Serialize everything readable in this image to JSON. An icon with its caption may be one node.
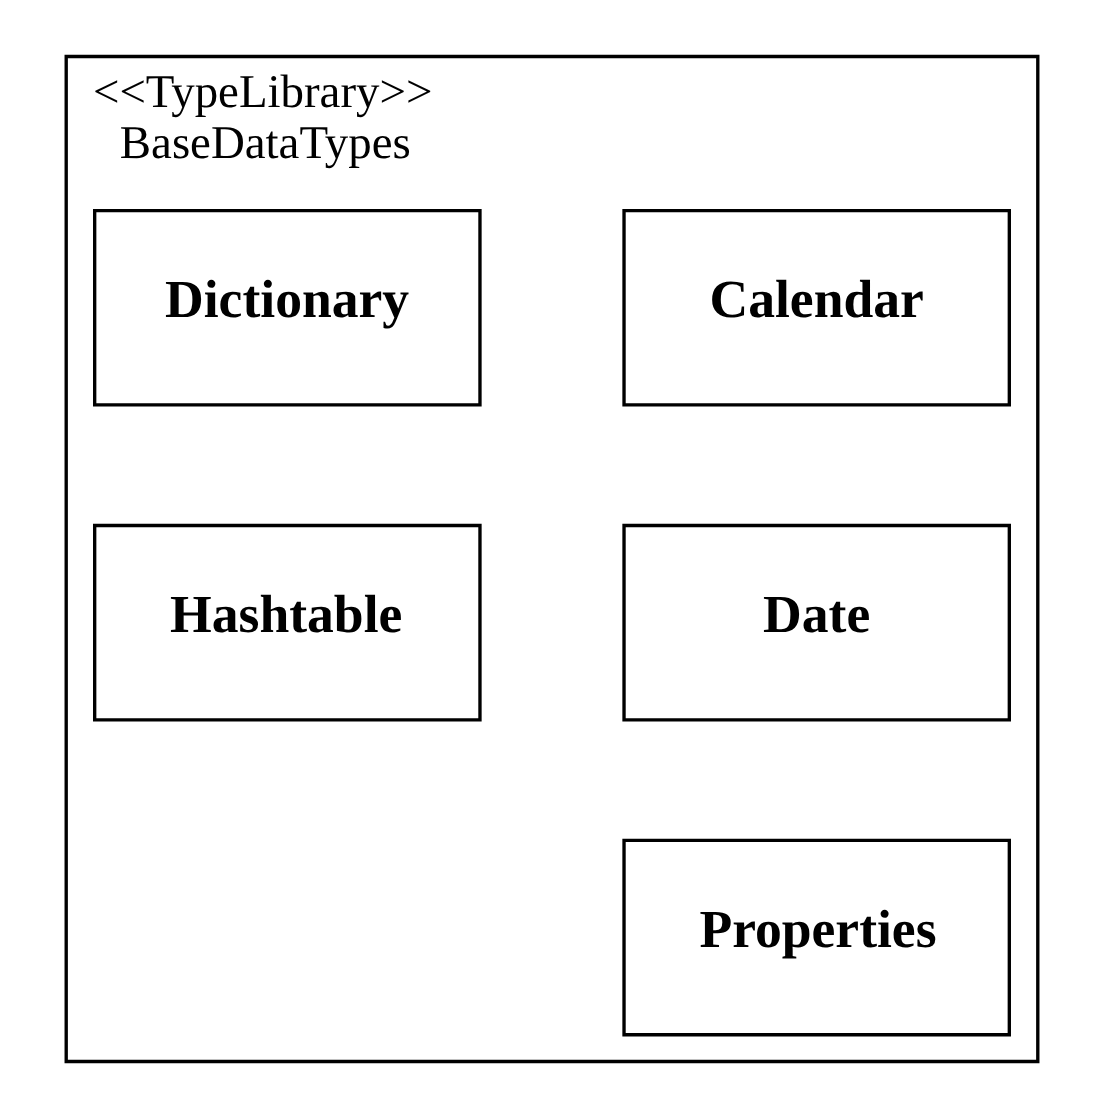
{
  "diagram": {
    "nodes": [
      {
        "text": [
          "<<TypeLibrary>>",
          "BaseDataTypes"
        ]
      },
      {
        "text": [
          "Calendar"
        ],
        "in": 0
      },
      {
        "text": [
          "Dictionary"
        ],
        "in": 0
      },
      {
        "text": [
          "Date"
        ],
        "in": 0
      },
      {
        "text": [
          "Hashtable"
        ],
        "in": 0
      },
      {
        "text": [
          "Properties"
        ],
        "in": 0
      }
    ],
    "edges": []
  }
}
